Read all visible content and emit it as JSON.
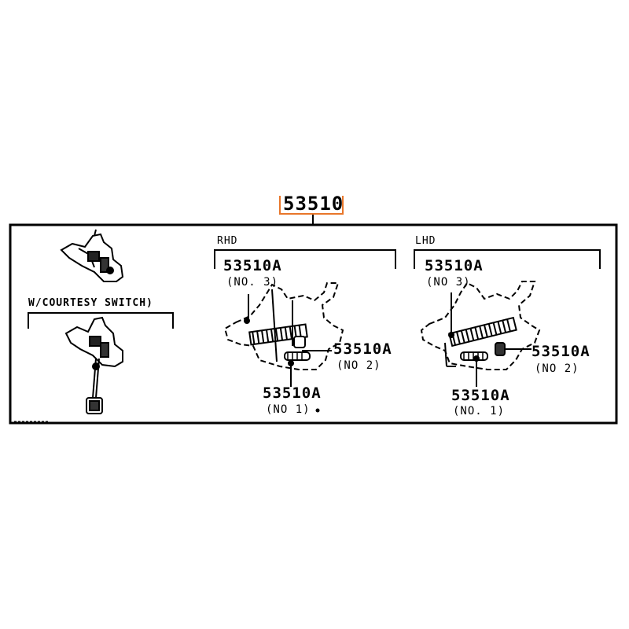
{
  "main_part_number": "53510",
  "panel_left": {
    "caption": "W/COURTESY SWITCH)"
  },
  "panel_rhd": {
    "heading": "RHD",
    "callouts": [
      {
        "part": "53510A",
        "note": "(NO. 3)"
      },
      {
        "part": "53510A",
        "note": "(NO 2)"
      },
      {
        "part": "53510A",
        "note": "(NO 1)"
      }
    ]
  },
  "panel_lhd": {
    "heading": "LHD",
    "callouts": [
      {
        "part": "53510A",
        "note": "(NO 3)"
      },
      {
        "part": "53510A",
        "note": "(NO 2)"
      },
      {
        "part": "53510A",
        "note": "(NO. 1)"
      }
    ]
  },
  "colors": {
    "ink": "#000000",
    "highlight": "#e8762a",
    "background": "#ffffff"
  }
}
